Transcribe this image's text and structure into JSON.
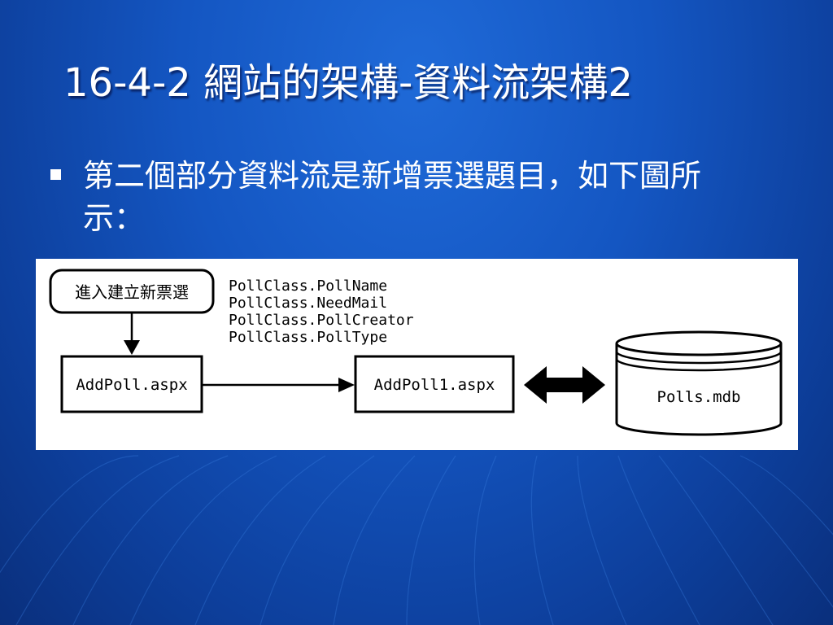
{
  "title": "16-4-2 網站的架構-資料流架構2",
  "bullet": {
    "text": "第二個部分資料流是新增票選題目，如下圖所示："
  },
  "diagram": {
    "start_label": "進入建立新票選",
    "fields": [
      "PollClass.PollName",
      "PollClass.NeedMail",
      "PollClass.PollCreator",
      "PollClass.PollType"
    ],
    "page1": "AddPoll.aspx",
    "page2": "AddPoll1.aspx",
    "database": "Polls.mdb"
  },
  "colors": {
    "background": "#1456c2",
    "text": "#ffffff",
    "diagram_background": "#ffffff",
    "diagram_ink": "#000000"
  }
}
